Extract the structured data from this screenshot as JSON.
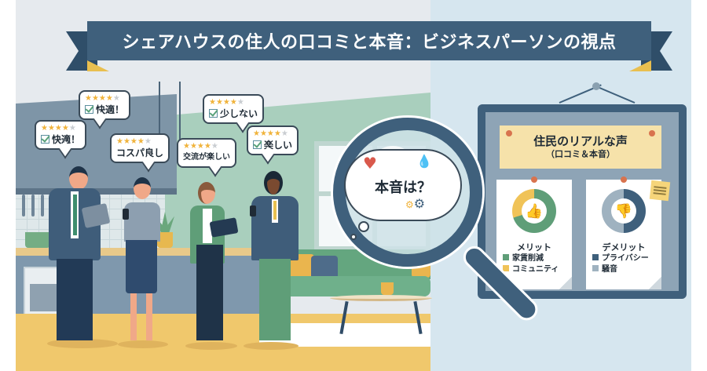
{
  "banner": {
    "title": "シェアハウスの住人の口コミと本音：ビジネスパーソンの視点"
  },
  "reviews": [
    {
      "stars_on": "★★★★",
      "stars_off": "★",
      "half": true,
      "text": "快適！",
      "checked": true
    },
    {
      "stars_on": "★★★★",
      "stars_off": "★",
      "half": true,
      "text": "快適！",
      "checked": true
    },
    {
      "stars_on": "★★★★",
      "stars_off": "★",
      "half": false,
      "text": "コスパ良し",
      "checked": false
    },
    {
      "stars_on": "★★★★",
      "stars_off": "★",
      "half": false,
      "text": "交流が楽しい",
      "checked": false
    },
    {
      "stars_on": "★★★★",
      "stars_off": "★",
      "half": false,
      "text": "少しない",
      "checked": true
    },
    {
      "stars_on": "★★★★",
      "stars_off": "★",
      "half": false,
      "text": "楽しい",
      "checked": true
    }
  ],
  "magnifier": {
    "thought_text": "本音は？",
    "icons": [
      "heart-icon",
      "water-drops-icon",
      "gears-icon"
    ]
  },
  "board": {
    "title": "住民のリアルな声",
    "subtitle": "（口コミ＆本音）",
    "merit": {
      "title": "メリット",
      "icon": "thumbs-up-icon",
      "items": [
        {
          "label": "家賃削減",
          "color": "#5f9e78"
        },
        {
          "label": "コミュニティ",
          "color": "#f0c358"
        }
      ]
    },
    "demerit": {
      "title": "デメリット",
      "icon": "thumbs-down-icon",
      "items": [
        {
          "label": "プライバシー",
          "color": "#3f607c"
        },
        {
          "label": "騒音",
          "color": "#9fb2c0"
        }
      ]
    }
  },
  "colors": {
    "navy": "#3f607c",
    "green": "#5f9e78",
    "yellow": "#f0c358",
    "red": "#d9594c",
    "note": "#f6e2aa"
  }
}
